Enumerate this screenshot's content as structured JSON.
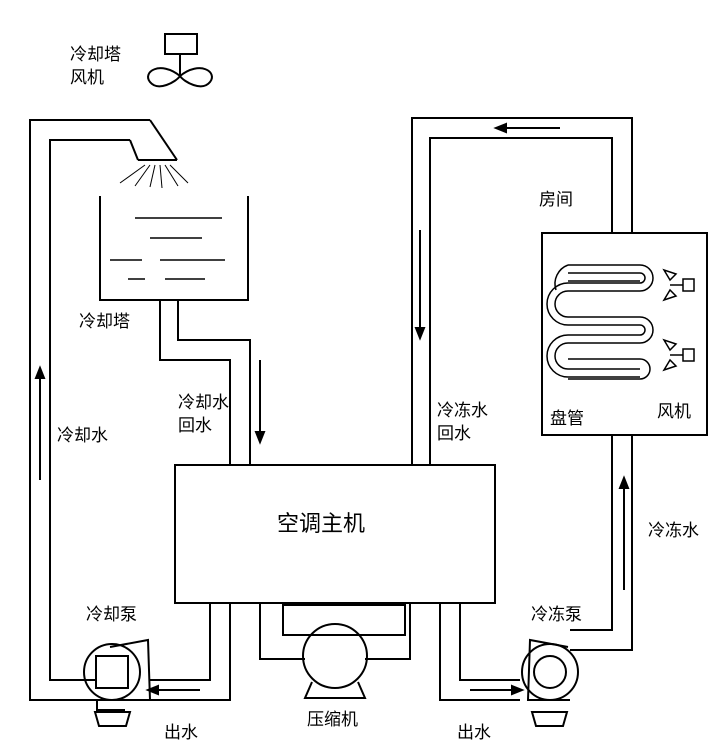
{
  "labels": {
    "cooling_tower_fan": [
      "冷却塔",
      "风机"
    ],
    "cooling_tower": "冷却塔",
    "cooling_water": "冷却水",
    "cooling_water_return": [
      "冷却水",
      "回水"
    ],
    "main_unit": "空调主机",
    "chilled_water_return": [
      "冷冻水",
      "回水"
    ],
    "room": "房间",
    "coil": "盘管",
    "fan": "风机",
    "chilled_water": "冷冻水",
    "cooling_pump": "冷却泵",
    "chilled_pump": "冷冻泵",
    "compressor": "压缩机",
    "outlet_left": "出水",
    "outlet_right": "出水"
  }
}
